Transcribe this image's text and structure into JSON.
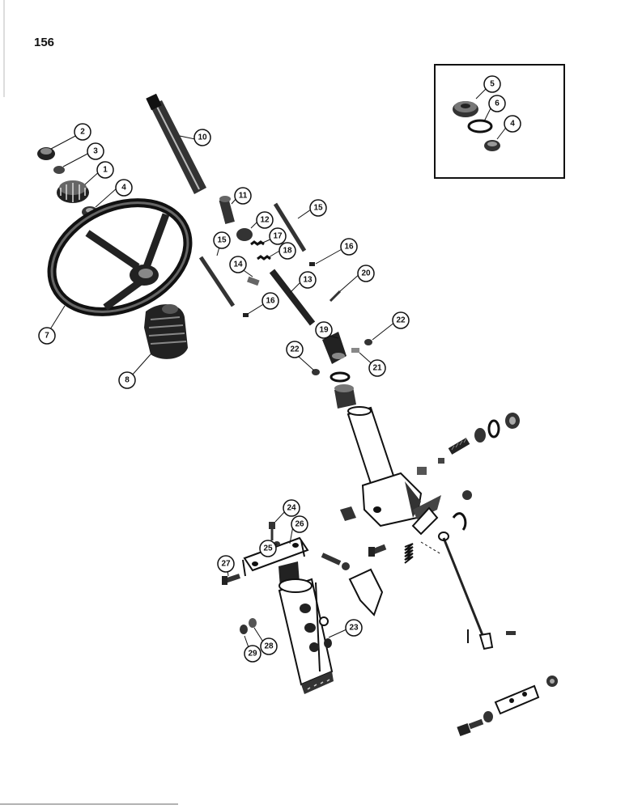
{
  "page": {
    "number": "156"
  },
  "callouts": [
    {
      "id": "1",
      "label": "1"
    },
    {
      "id": "2",
      "label": "2"
    },
    {
      "id": "3",
      "label": "3"
    },
    {
      "id": "4",
      "label": "4"
    },
    {
      "id": "4b",
      "label": "4"
    },
    {
      "id": "5",
      "label": "5"
    },
    {
      "id": "6",
      "label": "6"
    },
    {
      "id": "7",
      "label": "7"
    },
    {
      "id": "8",
      "label": "8"
    },
    {
      "id": "10",
      "label": "10"
    },
    {
      "id": "11",
      "label": "11"
    },
    {
      "id": "12",
      "label": "12"
    },
    {
      "id": "13",
      "label": "13"
    },
    {
      "id": "14",
      "label": "14"
    },
    {
      "id": "15",
      "label": "15"
    },
    {
      "id": "15b",
      "label": "15"
    },
    {
      "id": "16",
      "label": "16"
    },
    {
      "id": "16b",
      "label": "16"
    },
    {
      "id": "17",
      "label": "17"
    },
    {
      "id": "18",
      "label": "18"
    },
    {
      "id": "19",
      "label": "19"
    },
    {
      "id": "20",
      "label": "20"
    },
    {
      "id": "21",
      "label": "21"
    },
    {
      "id": "22",
      "label": "22"
    },
    {
      "id": "22b",
      "label": "22"
    },
    {
      "id": "23",
      "label": "23"
    },
    {
      "id": "24",
      "label": "24"
    },
    {
      "id": "25",
      "label": "25"
    },
    {
      "id": "26",
      "label": "26"
    },
    {
      "id": "27",
      "label": "27"
    },
    {
      "id": "28",
      "label": "28"
    },
    {
      "id": "29",
      "label": "29"
    }
  ]
}
